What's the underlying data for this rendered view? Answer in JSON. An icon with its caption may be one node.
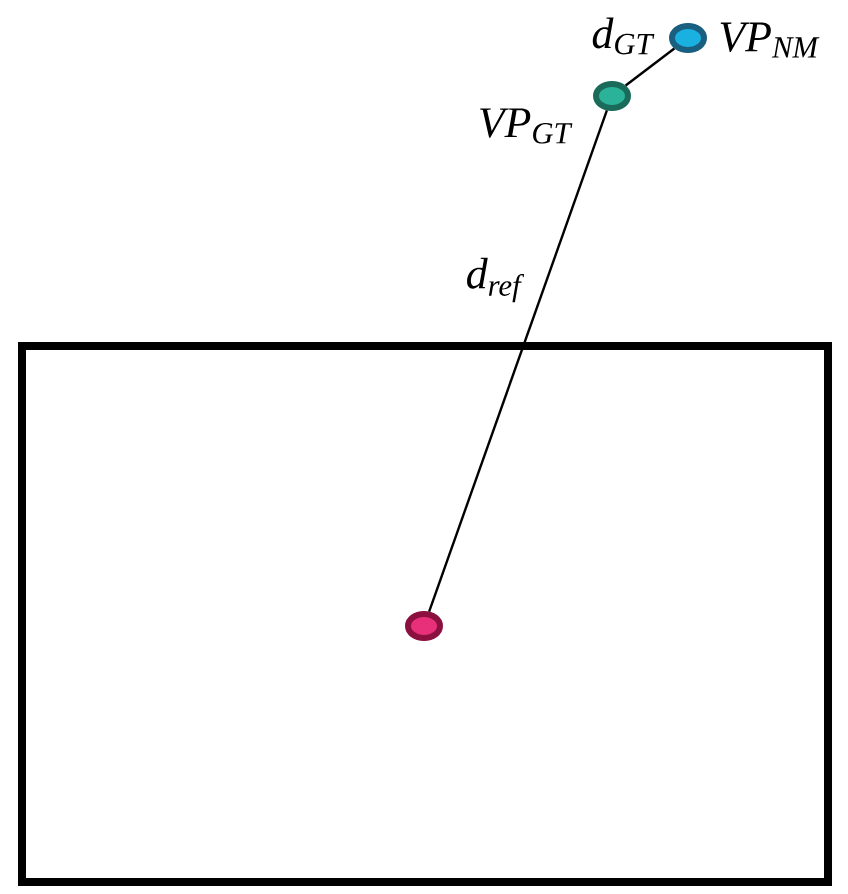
{
  "diagram": {
    "nodes": [
      {
        "text": [],
        "shape": "box"
      },
      {
        "text": [],
        "shape": "circle",
        "in": 0
      },
      {
        "text": [],
        "shape": "circle",
        "beside": [
          "VP$_{GT}$"
        ]
      },
      {
        "text": [],
        "shape": "circle",
        "beside": [
          "VP$_{NM}$"
        ]
      }
    ],
    "edges": [
      {
        "from": 1,
        "to": 2,
        "arrow": "none",
        "label": "d$_{ref}$"
      },
      {
        "from": 2,
        "to": 3,
        "arrow": "none",
        "label": "d$_{GT}$"
      }
    ]
  }
}
